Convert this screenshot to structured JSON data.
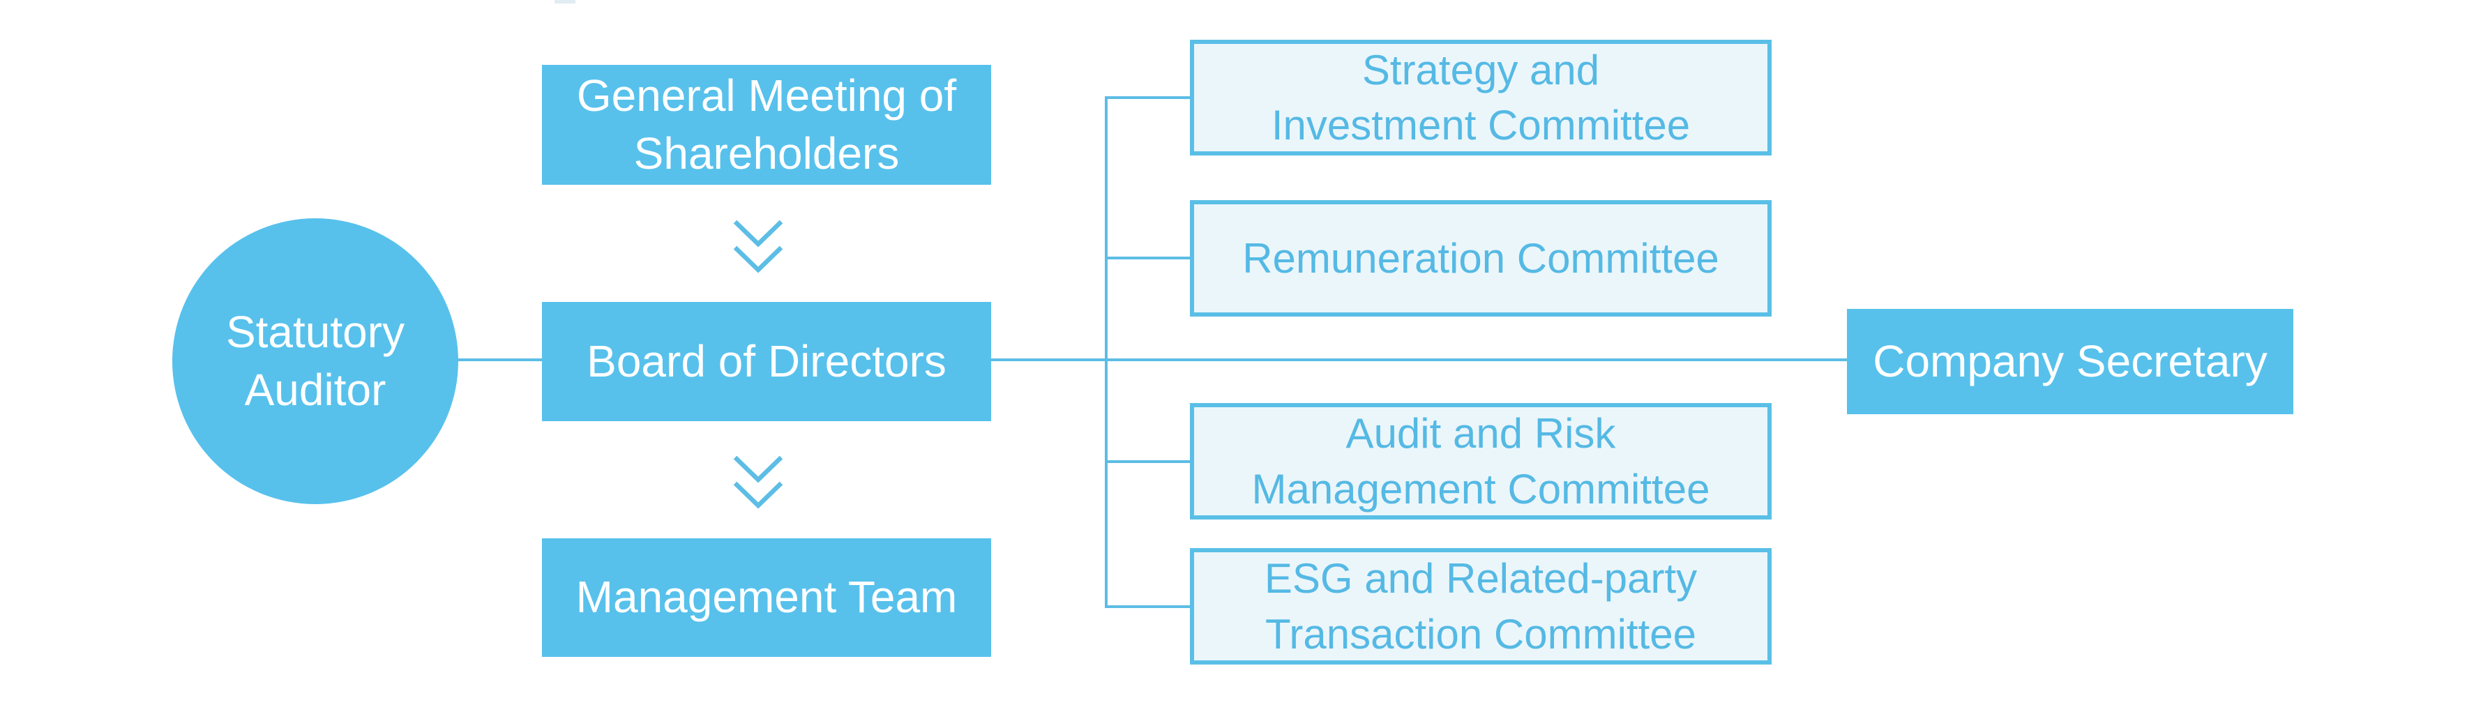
{
  "colors": {
    "accent": "#57C1EC",
    "line": "#5CBDE5",
    "committee_border": "#5ABFE6",
    "committee_fill": "#EBF6FB",
    "committee_text": "#55B9E4",
    "box_text": "#FFFFFF",
    "background": "#FFFFFF"
  },
  "diagram": {
    "type": "org-chart",
    "nodes": {
      "statutory_auditor": "Statutory\nAuditor",
      "general_meeting": "General Meeting of\nShareholders",
      "board_of_directors": "Board of Directors",
      "management_team": "Management Team",
      "company_secretary": "Company Secretary"
    },
    "committees": [
      {
        "label": "Strategy and\nInvestment Committee"
      },
      {
        "label": "Remuneration Committee"
      },
      {
        "label": "Audit and Risk\nManagement Committee"
      },
      {
        "label": "ESG and Related-party\nTransaction Committee"
      }
    ],
    "flow_icon": "double-chevron-down"
  }
}
